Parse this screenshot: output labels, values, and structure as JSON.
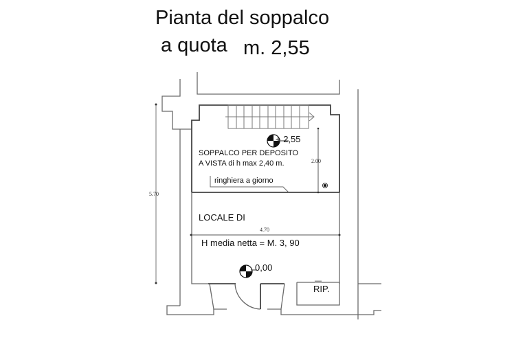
{
  "title": {
    "line1": "Pianta del soppalco",
    "line2_prefix": "a quota",
    "line2_value": "m. 2,55"
  },
  "plan": {
    "mezzanine": {
      "elevation_label": "+ 2,55",
      "description_line1": "SOPPALCO  PER DEPOSITO",
      "description_line2": "A VISTA di h max 2,40 m.",
      "railing_label": "ringhiera a giorno"
    },
    "room": {
      "name_label": "LOCALE  DI",
      "height_label": "H media  netta = M. 3, 90",
      "floor_elevation_label": "0,00"
    },
    "storage_label": "RIP.",
    "dimensions": {
      "total_height": "5.70",
      "mezzanine_depth": "2.00",
      "room_width": "4.70"
    }
  },
  "colors": {
    "line": "#555555",
    "text": "#111111"
  }
}
